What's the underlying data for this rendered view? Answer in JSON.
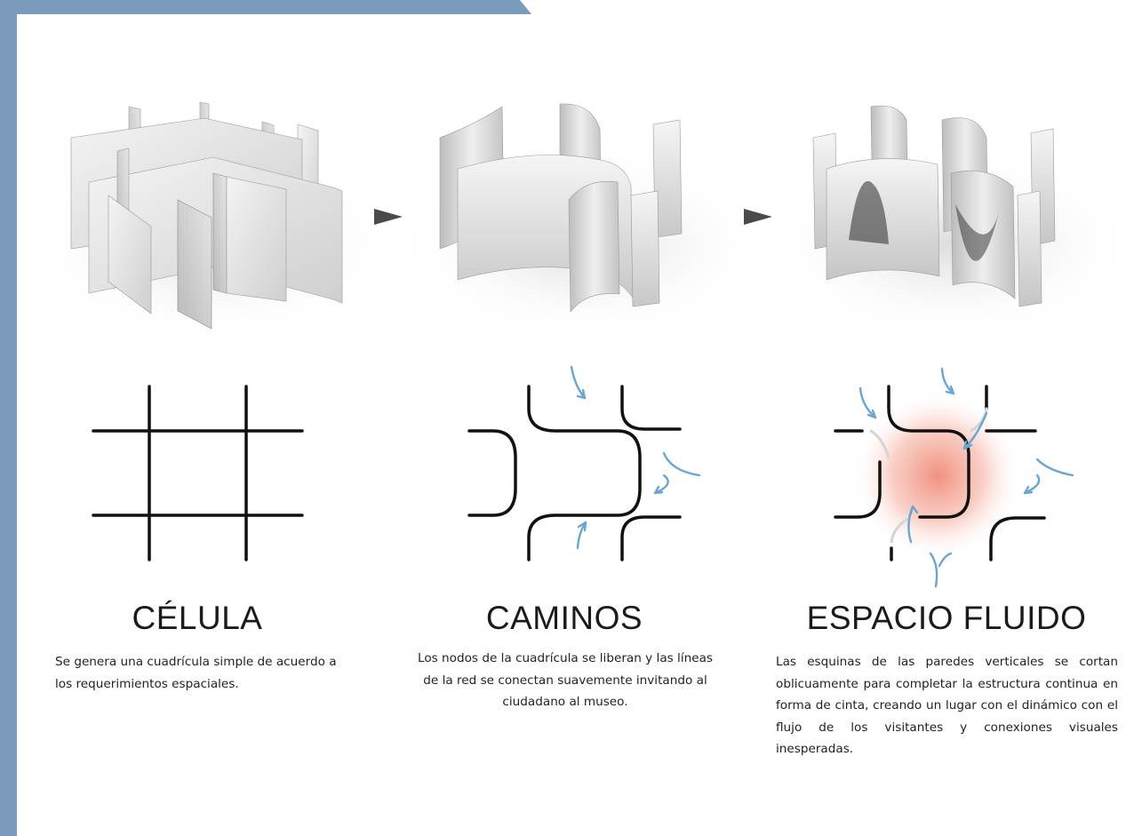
{
  "colors": {
    "sidebar": "#7c9abb",
    "flow_arrow": "#6aa6d2",
    "glow": "#f08a78",
    "wall_line": "#111111"
  },
  "stages": [
    {
      "title": "CÉLULA",
      "description": "Se genera una cuadrícula simple de acuerdo a los requerimientos espaciales."
    },
    {
      "title": "CAMINOS",
      "description": "Los nodos de la cuadrícula se liberan y las líneas de la red se conectan suavemente invitando al ciudadano al museo."
    },
    {
      "title": "ESPACIO FLUIDO",
      "description": "Las esquinas de las paredes verticales se cortan oblicuamente para completar la estructura continua en forma de cinta, creando un lugar con el dinámico con el flujo de los visitantes y conexiones visuales inesperadas."
    }
  ],
  "icons": {
    "transition_arrow": "triangle-right-icon",
    "flow_arrow": "curved-arrow-icon"
  }
}
